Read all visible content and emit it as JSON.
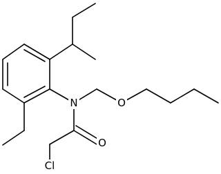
{
  "molecule": {
    "atom_labels": {
      "nitrogen": "N",
      "ether_oxygen": "O",
      "carbonyl_oxygen": "O",
      "chlorine": "Cl"
    }
  },
  "colors": {
    "background": "#ffffff",
    "bonds": "#000000",
    "labels": "#000000"
  }
}
